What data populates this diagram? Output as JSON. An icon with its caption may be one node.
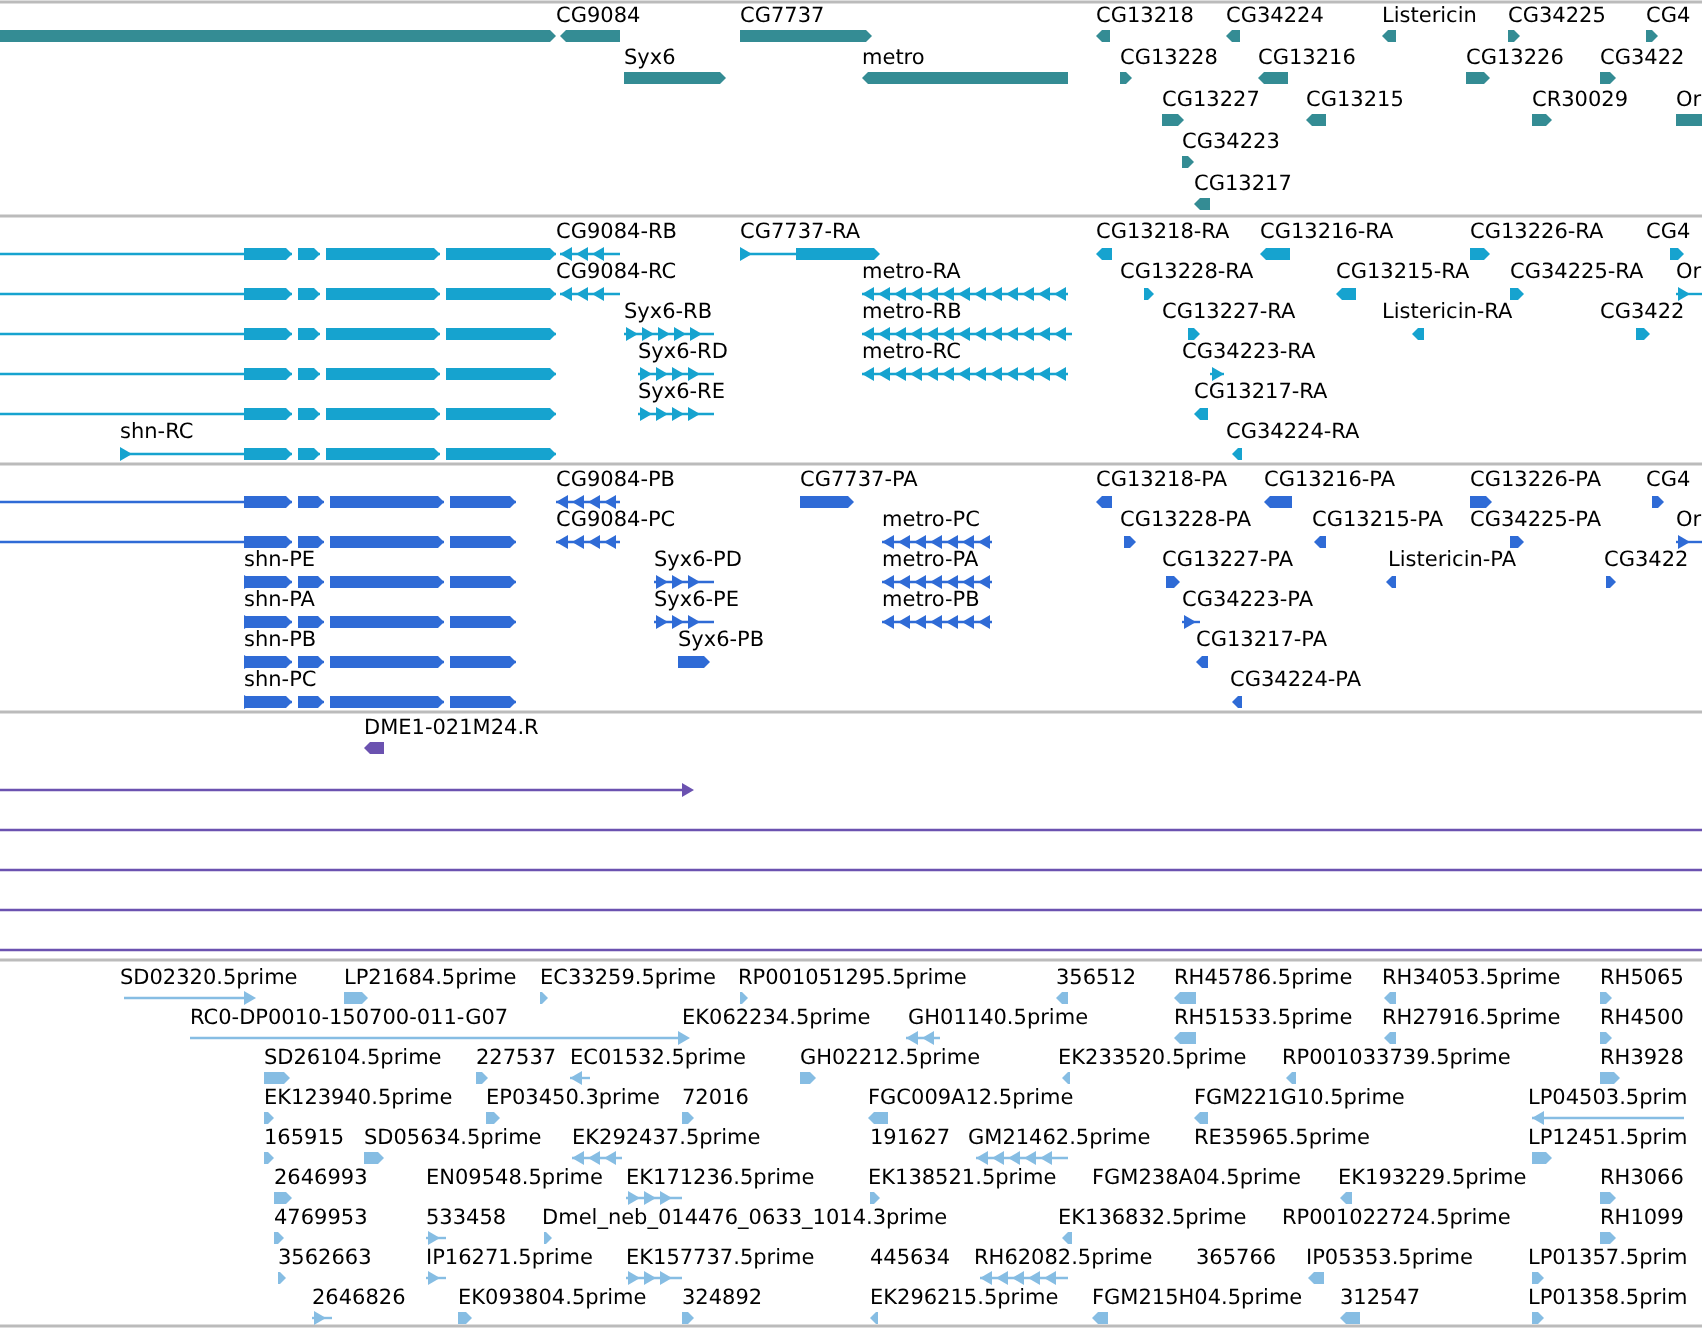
{
  "diagram": {
    "labels": [
      "CG9084",
      "CG7737",
      "CG13218",
      "CG34224",
      "Listericin",
      "CG34225",
      "CG4",
      "Syx6",
      "metro",
      "CG13228",
      "CG13216",
      "CG13226",
      "CG3422",
      "CG13227",
      "CG13215",
      "CR30029",
      "Or",
      "CG34223",
      "CG13217",
      "CG9084-RB",
      "CG7737-RA",
      "CG13218-RA",
      "CG13216-RA",
      "CG13226-RA",
      "CG4",
      "CG9084-RC",
      "metro-RA",
      "CG13228-RA",
      "CG13215-RA",
      "CG34225-RA",
      "Or",
      "Syx6-RB",
      "metro-RB",
      "CG13227-RA",
      "Listericin-RA",
      "CG3422",
      "Syx6-RD",
      "metro-RC",
      "CG34223-RA",
      "Syx6-RE",
      "CG13217-RA",
      "shn-RC",
      "CG34224-RA",
      "CG9084-PB",
      "CG7737-PA",
      "CG13218-PA",
      "CG13216-PA",
      "CG13226-PA",
      "CG4",
      "CG9084-PC",
      "metro-PC",
      "CG13228-PA",
      "CG13215-PA",
      "CG34225-PA",
      "Or",
      "shn-PE",
      "Syx6-PD",
      "metro-PA",
      "CG13227-PA",
      "Listericin-PA",
      "CG3422",
      "shn-PA",
      "Syx6-PE",
      "metro-PB",
      "CG34223-PA",
      "shn-PB",
      "Syx6-PB",
      "CG13217-PA",
      "shn-PC",
      "CG34224-PA",
      "DME1-021M24.R",
      "SD02320.5prime",
      "LP21684.5prime",
      "EC33259.5prime",
      "RP001051295.5prime",
      "356512",
      "RH45786.5prime",
      "RH34053.5prime",
      "RH5065",
      "RC0-DP0010-150700-011-G07",
      "EK062234.5prime",
      "GH01140.5prime",
      "RH51533.5prime",
      "RH27916.5prime",
      "RH4500",
      "SD26104.5prime",
      "227537",
      "EC01532.5prime",
      "GH02212.5prime",
      "EK233520.5prime",
      "RP001033739.5prime",
      "RH3928",
      "EK123940.5prime",
      "EP03450.3prime",
      "72016",
      "FGC009A12.5prime",
      "FGM221G10.5prime",
      "LP04503.5prim",
      "165915",
      "SD05634.5prime",
      "EK292437.5prime",
      "191627",
      "GM21462.5prime",
      "RE35965.5prime",
      "LP12451.5prim",
      "2646993",
      "EN09548.5prime",
      "EK171236.5prime",
      "EK138521.5prime",
      "FGM238A04.5prime",
      "EK193229.5prime",
      "RH3066",
      "4769953",
      "533458",
      "Dmel_neb_014476_0633_1014.3prime",
      "EK136832.5prime",
      "RP001022724.5prime",
      "RH1099",
      "3562663",
      "IP16271.5prime",
      "EK157737.5prime",
      "445634",
      "RH62082.5prime",
      "365766",
      "IP05353.5prime",
      "LP01357.5prim",
      "2646826",
      "EK093804.5prime",
      "324892",
      "EK296215.5prime",
      "FGM215H04.5prime",
      "312547",
      "LP01358.5prim"
    ]
  }
}
